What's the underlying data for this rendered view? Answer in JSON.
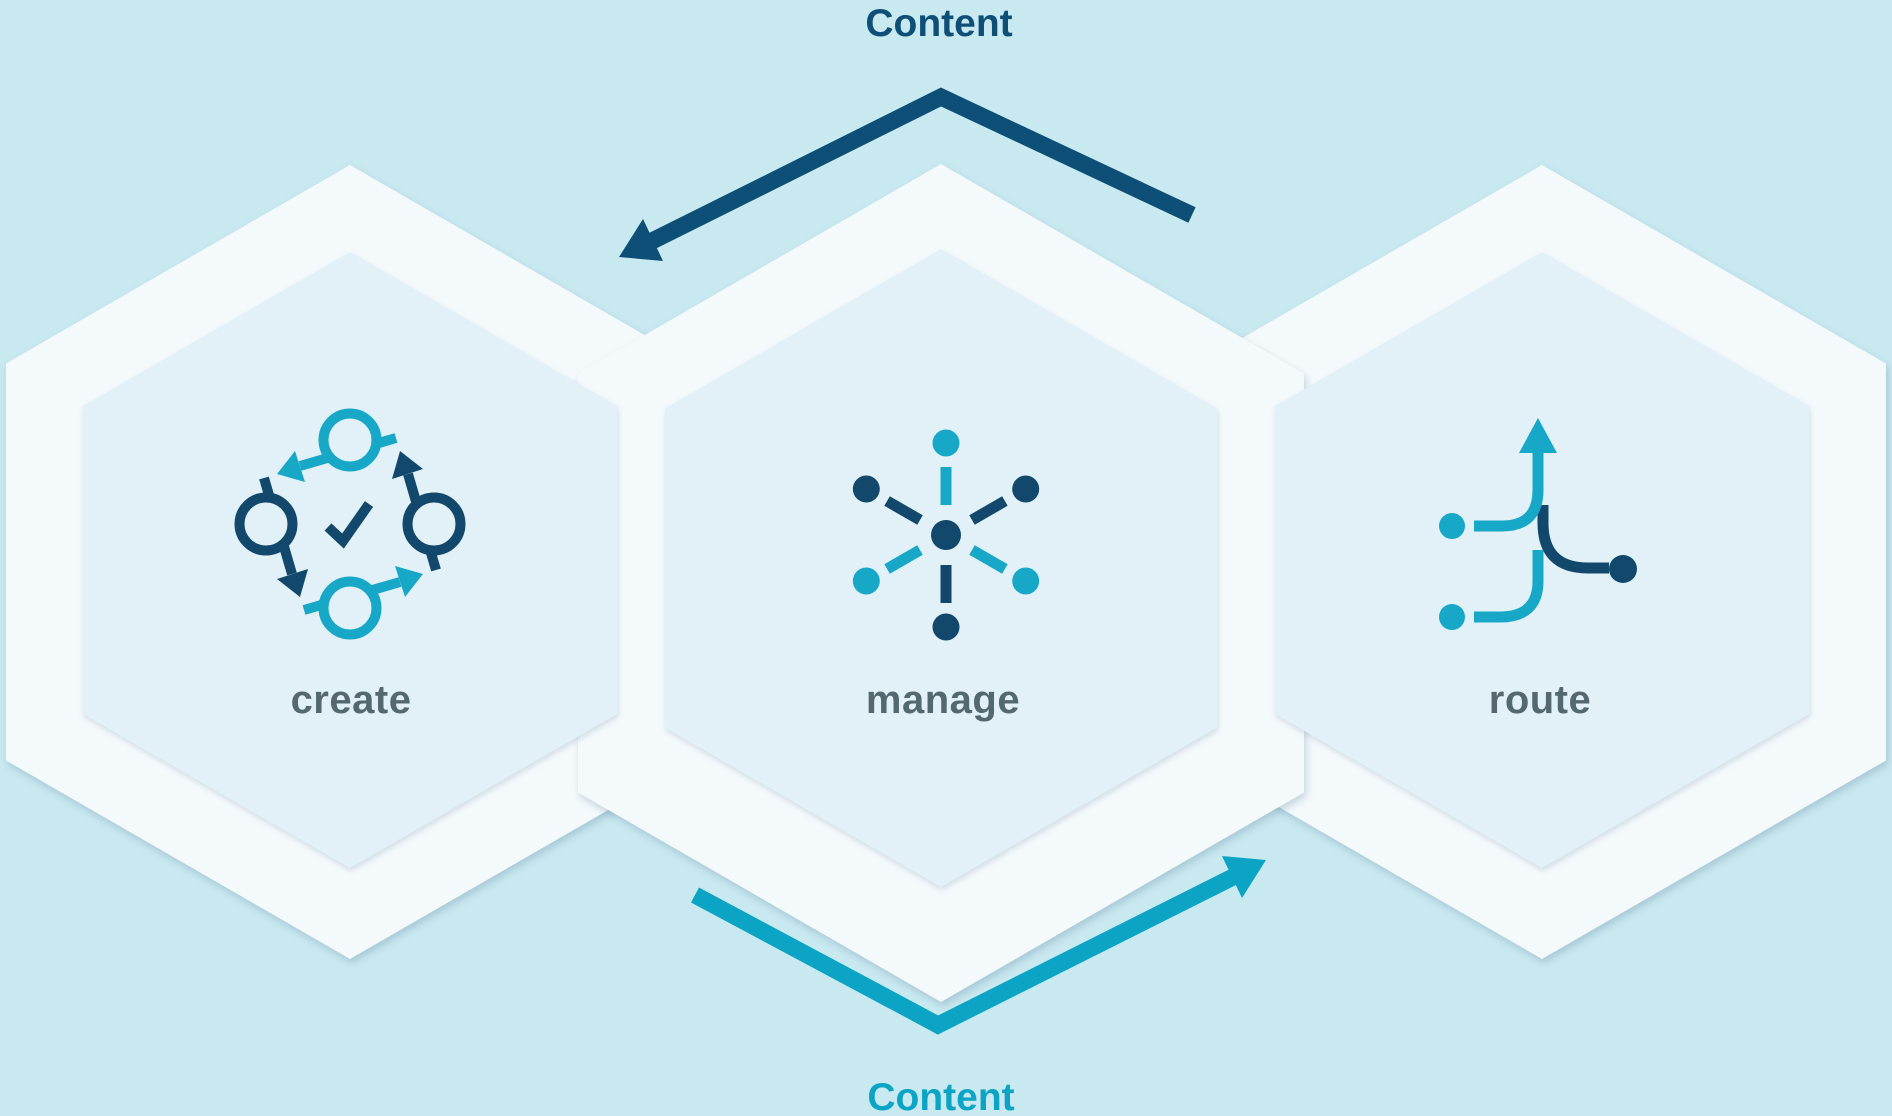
{
  "diagram_title": "content lifecycle hexagon diagram",
  "flow": {
    "top": {
      "label": "Content",
      "arrow_direction": "points-left"
    },
    "bottom": {
      "label": "Content",
      "arrow_direction": "points-right"
    }
  },
  "hexagons": [
    {
      "id": "create",
      "label": "create",
      "icon": "approval-cycle-icon"
    },
    {
      "id": "manage",
      "label": "manage",
      "icon": "hub-network-icon"
    },
    {
      "id": "route",
      "label": "route",
      "icon": "branch-route-icon"
    }
  ],
  "colors": {
    "background": "#c9e9f1",
    "hexOuter": "#f4f9fc",
    "hexInner": "#e2f1f8",
    "cyanIcon": "#17a7c7",
    "navyIcon": "#12486b",
    "cyanArrow": "#0ba4c4",
    "navyArrow": "#0d4f77",
    "labelGray": "#54696f"
  }
}
